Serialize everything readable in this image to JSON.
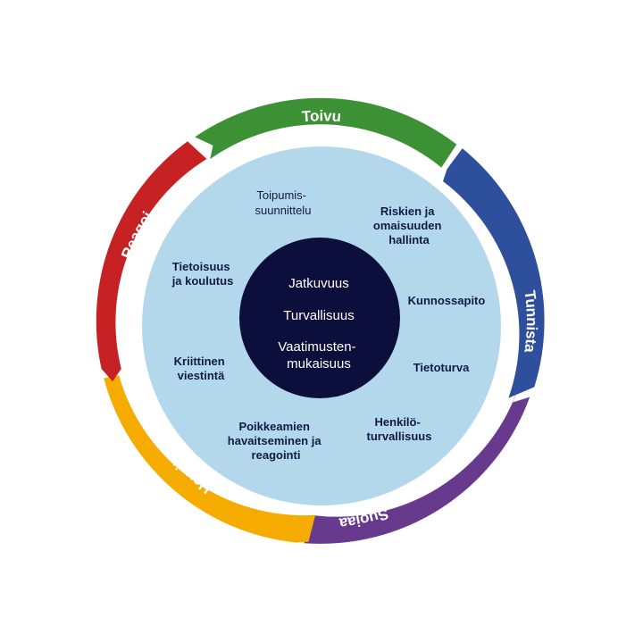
{
  "colors": {
    "toivu": "#3b9133",
    "tunnista": "#2e4f9c",
    "suojaa": "#683a8e",
    "havaitse": "#f6ab00",
    "reagoi": "#c62224",
    "inner_disc": "#b3d8ec",
    "core": "#0c0f3c",
    "topic_text": "#111a44"
  },
  "cycle": {
    "toivu": "Toivu",
    "tunnista": "Tunnista",
    "suojaa": "Suojaa",
    "havaitse": "Havaitse",
    "reagoi": "Reagoi"
  },
  "topics": {
    "toipumis": [
      "Toipumis-",
      "suunnittelu"
    ],
    "riskien": [
      "Riskien ja",
      "omaisuuden",
      "hallinta"
    ],
    "kunnossapito": [
      "Kunnossapito"
    ],
    "tietoturva": [
      "Tietoturva"
    ],
    "henkilo": [
      "Henkilö-",
      "turvallisuus"
    ],
    "poikkeamien": [
      "Poikkeamien",
      "havaitseminen ja",
      "reagointi"
    ],
    "kriittinen": [
      "Kriittinen",
      "viestintä"
    ],
    "tietoisuus": [
      "Tietoisuus",
      "ja koulutus"
    ]
  },
  "core": {
    "jatkuvuus": "Jatkuvuus",
    "turvallisuus": "Turvallisuus",
    "vaatimusten": [
      "Vaatimusten-",
      "mukaisuus"
    ]
  }
}
